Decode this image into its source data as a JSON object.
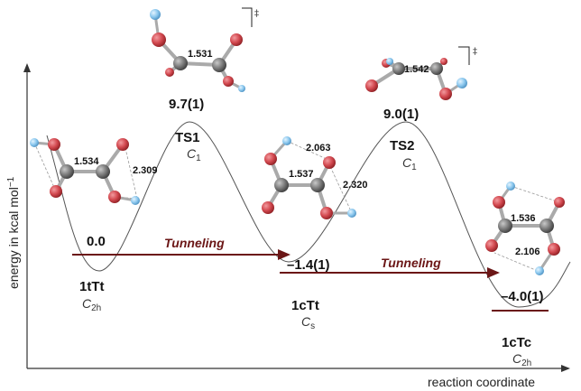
{
  "axes": {
    "y_label": "energy in kcal mol",
    "y_label_sup": "−1",
    "x_label": "reaction coordinate"
  },
  "states": {
    "s1": {
      "energy": "0.0",
      "name": "1tTt",
      "sym": "C",
      "sub": "2h"
    },
    "ts1": {
      "energy": "9.7(1)",
      "name": "TS1",
      "sym": "C",
      "sub": "1"
    },
    "s2": {
      "energy": "–1.4(1)",
      "name": "1cTt",
      "sym": "C",
      "sub": "s"
    },
    "ts2": {
      "energy": "9.0(1)",
      "name": "TS2",
      "sym": "C",
      "sub": "1"
    },
    "s3": {
      "energy": "–4.0(1)",
      "name": "1cTc",
      "sym": "C",
      "sub": "2h"
    }
  },
  "tunneling": {
    "t1": "Tunneling",
    "t2": "Tunneling"
  },
  "dagger": "‡",
  "bonds": {
    "m1_cc": "1.534",
    "m1_hb": "2.309",
    "ts1_cc": "1.531",
    "m2_cc": "1.537",
    "m2_hb1": "2.063",
    "m2_hb2": "2.320",
    "ts2_cc": "1.542",
    "m3_cc": "1.536",
    "m3_hb": "2.106"
  },
  "colors": {
    "tunnel_arrow": "#6b1616",
    "oxygen": "#d2484f",
    "carbon": "#7a7a7a",
    "hydrogen": "#8cc8ee"
  }
}
